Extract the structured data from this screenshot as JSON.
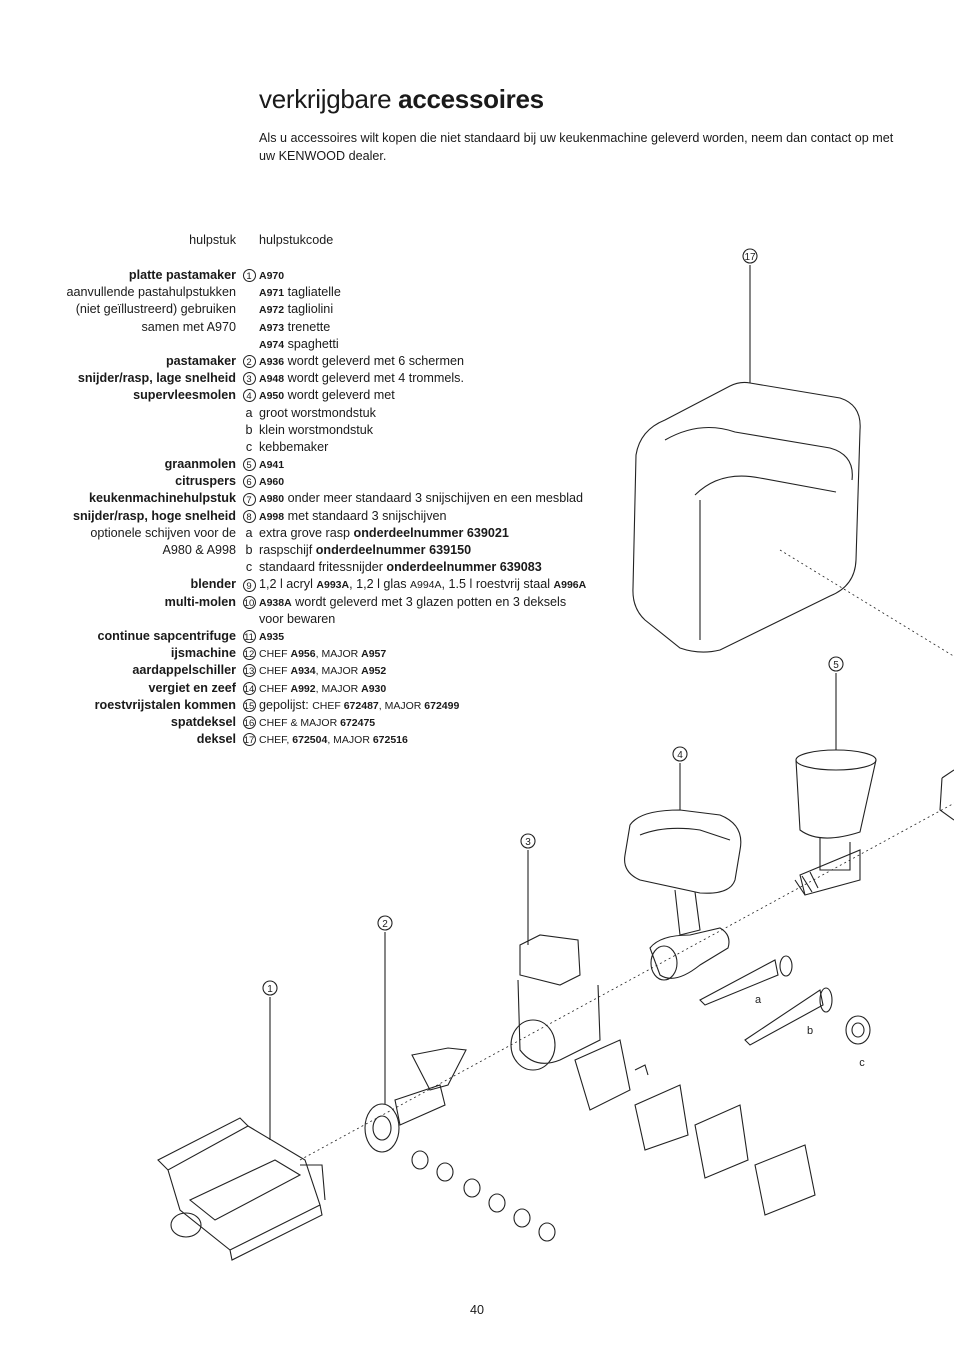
{
  "title": {
    "light": "verkrijgbare",
    "bold": "accessoires"
  },
  "intro": "Als u accessoires wilt kopen die niet standaard bij uw keukenmachine geleverd worden, neem dan contact op met uw KENWOOD dealer.",
  "header": {
    "left": "hulpstuk",
    "right": "hulpstukcode"
  },
  "rows": [
    {
      "label": "platte pastamaker",
      "bold": true,
      "marker": "1",
      "parts": [
        {
          "t": "A970",
          "s": "code"
        }
      ]
    },
    {
      "label": "aanvullende pastahulpstukken",
      "bold": false,
      "marker": "",
      "parts": [
        {
          "t": "A971",
          "s": "code"
        },
        {
          "t": " tagliatelle",
          "s": ""
        }
      ]
    },
    {
      "label": "(niet geïllustreerd) gebruiken",
      "bold": false,
      "marker": "",
      "parts": [
        {
          "t": "A972",
          "s": "code"
        },
        {
          "t": " tagliolini",
          "s": ""
        }
      ]
    },
    {
      "label": "samen met A970",
      "bold": false,
      "marker": "",
      "parts": [
        {
          "t": "A973",
          "s": "code"
        },
        {
          "t": " trenette",
          "s": ""
        }
      ]
    },
    {
      "label": "",
      "bold": false,
      "marker": "",
      "parts": [
        {
          "t": "A974",
          "s": "code"
        },
        {
          "t": " spaghetti",
          "s": ""
        }
      ]
    },
    {
      "label": "pastamaker",
      "bold": true,
      "marker": "2",
      "parts": [
        {
          "t": "A936",
          "s": "code"
        },
        {
          "t": " wordt geleverd met 6 schermen",
          "s": ""
        }
      ]
    },
    {
      "label": "snijder/rasp, lage snelheid",
      "bold": true,
      "marker": "3",
      "parts": [
        {
          "t": "A948",
          "s": "code"
        },
        {
          "t": " wordt geleverd met 4 trommels.",
          "s": ""
        }
      ]
    },
    {
      "label": "supervleesmolen",
      "bold": true,
      "marker": "4",
      "parts": [
        {
          "t": "A950",
          "s": "code"
        },
        {
          "t": " wordt geleverd met",
          "s": ""
        }
      ]
    },
    {
      "label": "",
      "bold": false,
      "marker": "a",
      "parts": [
        {
          "t": "groot worstmondstuk",
          "s": ""
        }
      ]
    },
    {
      "label": "",
      "bold": false,
      "marker": "b",
      "parts": [
        {
          "t": "klein worstmondstuk",
          "s": ""
        }
      ]
    },
    {
      "label": "",
      "bold": false,
      "marker": "c",
      "parts": [
        {
          "t": "kebbemaker",
          "s": ""
        }
      ]
    },
    {
      "label": "graanmolen",
      "bold": true,
      "marker": "5",
      "parts": [
        {
          "t": "A941",
          "s": "code"
        }
      ]
    },
    {
      "label": "citruspers",
      "bold": true,
      "marker": "6",
      "parts": [
        {
          "t": "A960",
          "s": "code"
        }
      ]
    },
    {
      "label": "keukenmachinehulpstuk",
      "bold": true,
      "marker": "7",
      "parts": [
        {
          "t": "A980",
          "s": "code"
        },
        {
          "t": " onder meer standaard 3 snijschijven en een mesblad",
          "s": ""
        }
      ]
    },
    {
      "label": "snijder/rasp, hoge snelheid",
      "bold": true,
      "marker": "8",
      "parts": [
        {
          "t": "A998",
          "s": "code"
        },
        {
          "t": " met standaard 3 snijschijven",
          "s": ""
        }
      ]
    },
    {
      "label": "optionele schijven voor de",
      "bold": false,
      "marker": "a",
      "parts": [
        {
          "t": "extra grove rasp ",
          "s": ""
        },
        {
          "t": "onderdeelnummer 639021",
          "s": "bold"
        }
      ]
    },
    {
      "label": "A980 & A998",
      "bold": false,
      "marker": "b",
      "parts": [
        {
          "t": "raspschijf ",
          "s": ""
        },
        {
          "t": "onderdeelnummer 639150",
          "s": "bold"
        }
      ]
    },
    {
      "label": "",
      "bold": false,
      "marker": "c",
      "parts": [
        {
          "t": "standaard fritessnijder ",
          "s": ""
        },
        {
          "t": "onderdeelnummer 639083",
          "s": "bold"
        }
      ]
    },
    {
      "label": "blender",
      "bold": true,
      "marker": "9",
      "parts": [
        {
          "t": "1,2 l acryl ",
          "s": ""
        },
        {
          "t": "A993A",
          "s": "code"
        },
        {
          "t": ", 1,2 l glas ",
          "s": ""
        },
        {
          "t": "A994A",
          "s": "sm"
        },
        {
          "t": ", 1.5 l roestvrij staal ",
          "s": ""
        },
        {
          "t": "A996A",
          "s": "code"
        }
      ]
    },
    {
      "label": "multi-molen",
      "bold": true,
      "marker": "10",
      "parts": [
        {
          "t": " A938A",
          "s": "code"
        },
        {
          "t": " wordt geleverd met 3 glazen potten en 3 deksels",
          "s": ""
        }
      ]
    },
    {
      "label": "",
      "bold": false,
      "marker": "",
      "parts": [
        {
          "t": "voor bewaren",
          "s": ""
        }
      ]
    },
    {
      "label": "continue sapcentrifuge",
      "bold": true,
      "marker": "11",
      "parts": [
        {
          "t": " A935",
          "s": "code"
        }
      ]
    },
    {
      "label": "ijsmachine",
      "bold": true,
      "marker": "12",
      "parts": [
        {
          "t": "CHEF ",
          "s": "sm"
        },
        {
          "t": "A956",
          "s": "code"
        },
        {
          "t": ", MAJOR ",
          "s": "sm"
        },
        {
          "t": "A957",
          "s": "code"
        }
      ]
    },
    {
      "label": "aardappelschiller",
      "bold": true,
      "marker": "13",
      "parts": [
        {
          "t": "CHEF ",
          "s": "sm"
        },
        {
          "t": "A934",
          "s": "code"
        },
        {
          "t": ", MAJOR ",
          "s": "sm"
        },
        {
          "t": "A952",
          "s": "code"
        }
      ]
    },
    {
      "label": "vergiet en zeef",
      "bold": true,
      "marker": "14",
      "parts": [
        {
          "t": "CHEF ",
          "s": "sm"
        },
        {
          "t": "A992",
          "s": "code"
        },
        {
          "t": ", MAJOR ",
          "s": "sm"
        },
        {
          "t": "A930",
          "s": "code"
        }
      ]
    },
    {
      "label": "roestvrijstalen kommen",
      "bold": true,
      "marker": "15",
      "parts": [
        {
          "t": "gepolijst: ",
          "s": ""
        },
        {
          "t": "CHEF ",
          "s": "sm"
        },
        {
          "t": "672487",
          "s": "code"
        },
        {
          "t": ", MAJOR ",
          "s": "sm"
        },
        {
          "t": "672499",
          "s": "code"
        }
      ]
    },
    {
      "label": "spatdeksel",
      "bold": true,
      "marker": "16",
      "parts": [
        {
          "t": "CHEF & MAJOR ",
          "s": "sm"
        },
        {
          "t": "672475",
          "s": "code"
        }
      ]
    },
    {
      "label": "deksel",
      "bold": true,
      "marker": "17",
      "parts": [
        {
          "t": "CHEF, ",
          "s": "sm"
        },
        {
          "t": "672504",
          "s": "code"
        },
        {
          "t": ", MAJOR ",
          "s": "sm"
        },
        {
          "t": "672516",
          "s": "code"
        }
      ]
    }
  ],
  "illustration": {
    "callouts": [
      "17",
      "5",
      "4",
      "3",
      "2",
      "1"
    ],
    "sublabels": [
      "a",
      "b",
      "c"
    ]
  },
  "page_number": "40"
}
